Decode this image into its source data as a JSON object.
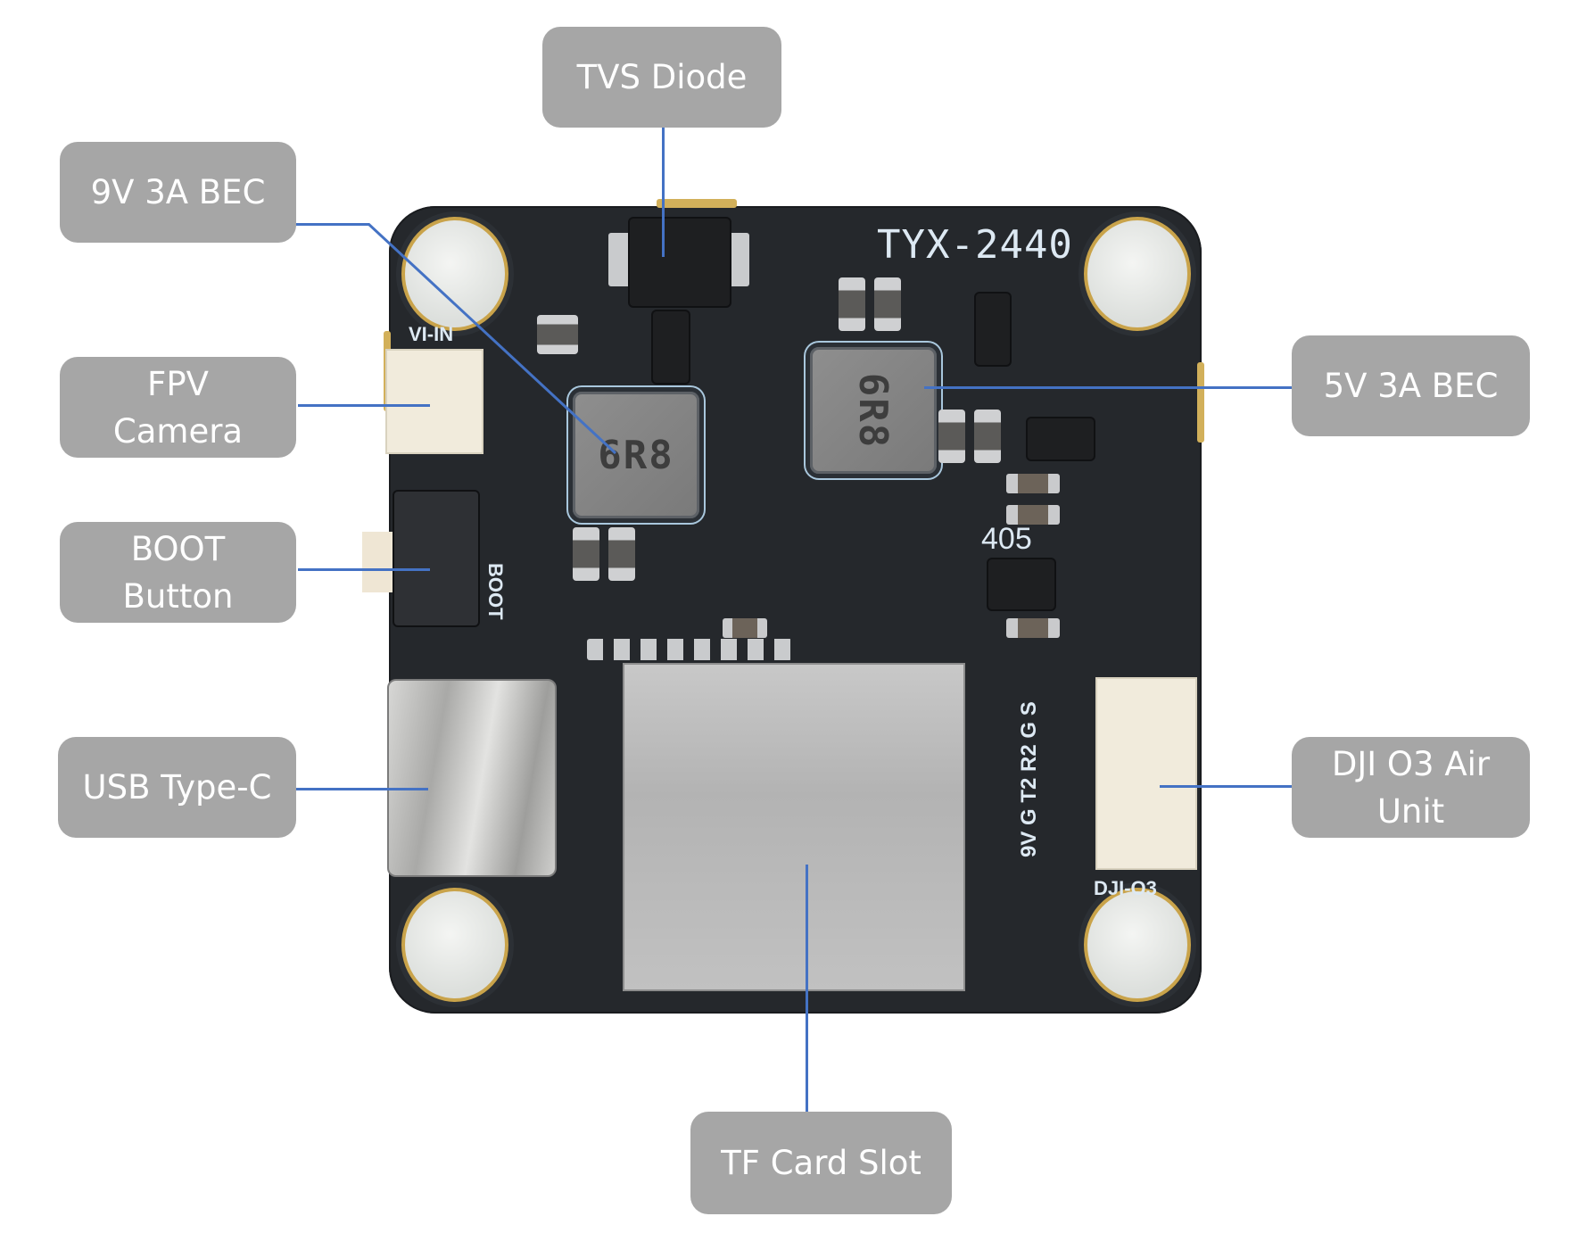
{
  "callouts": {
    "tvs_diode": "TVS Diode",
    "bec_9v": "9V 3A BEC",
    "fpv_camera_line1": "FPV",
    "fpv_camera_line2": "Camera",
    "boot_button_line1": "BOOT",
    "boot_button_line2": "Button",
    "usb_type_c": "USB Type-C",
    "bec_5v": "5V 3A BEC",
    "dji_o3_line1": "DJI O3 Air",
    "dji_o3_line2": "Unit",
    "tf_card_slot": "TF Card Slot"
  },
  "board": {
    "model": "TYX-2440",
    "mcu_marking": "405",
    "vin_label": "VI-IN",
    "boot_label": "BOOT",
    "dji_label": "DJI-O3",
    "dji_pinout": "9V G T2 R2 G S",
    "inductor_marking": "6R8"
  },
  "colors": {
    "label_bg": "#a6a6a6",
    "label_text": "#ffffff",
    "leader_line": "#4472c4",
    "pcb": "#25282c"
  }
}
